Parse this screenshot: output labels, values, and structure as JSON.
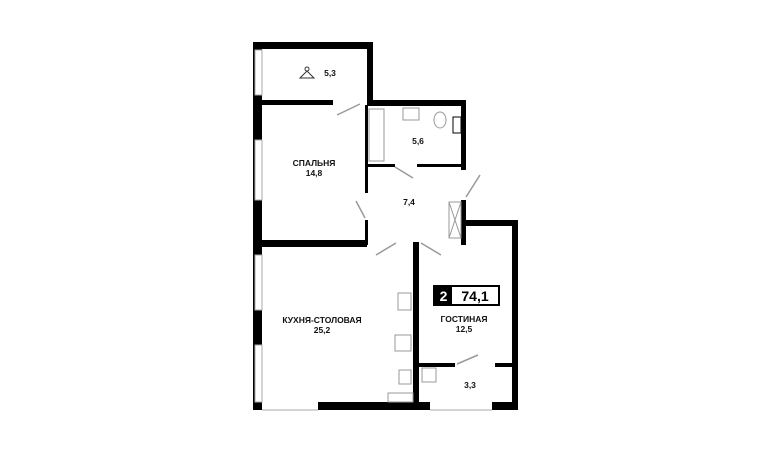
{
  "plan": {
    "rooms_count": "2",
    "total_area": "74,1",
    "rooms": [
      {
        "name": "",
        "area": "5,3",
        "icon": "hanger-icon"
      },
      {
        "name": "",
        "area": "5,6"
      },
      {
        "name": "СПАЛЬНЯ",
        "area": "14,8"
      },
      {
        "name": "",
        "area": "7,4"
      },
      {
        "name": "КУХНЯ-СТОЛОВАЯ",
        "area": "25,2"
      },
      {
        "name": "ГОСТИНАЯ",
        "area": "12,5"
      },
      {
        "name": "",
        "area": "3,3"
      }
    ],
    "colors": {
      "wall": "#000000",
      "fixture": "#999999"
    }
  }
}
